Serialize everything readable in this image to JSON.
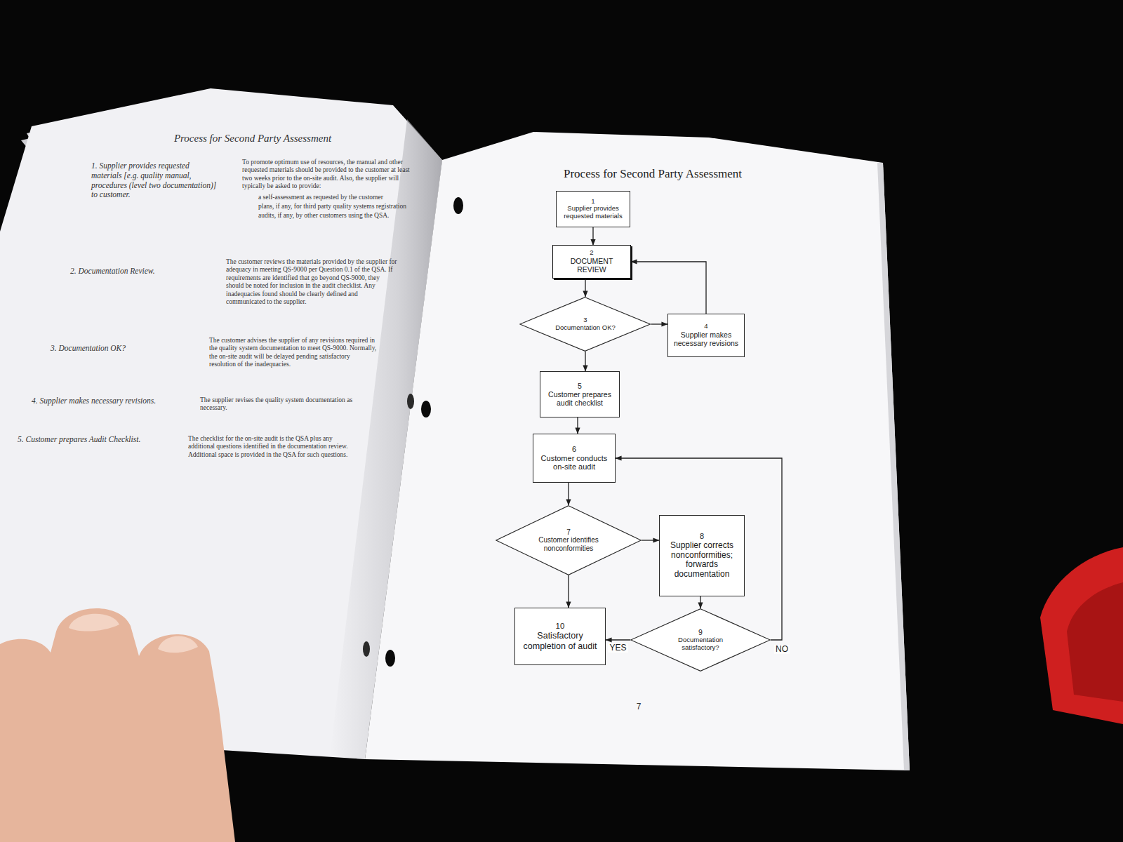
{
  "diagram": {
    "title": "Process for Second Party Assessment",
    "nodes": [
      {
        "text": [
          "1",
          "Supplier provides requested materials"
        ]
      },
      {
        "text": [
          "2",
          "DOCUMENT REVIEW"
        ]
      },
      {
        "text": [
          "3",
          "Documentation OK?"
        ]
      },
      {
        "text": [
          "4",
          "Supplier makes necessary revisions"
        ]
      },
      {
        "text": [
          "5",
          "Customer prepares audit checklist"
        ]
      },
      {
        "text": [
          "6",
          "Customer conducts on-site audit"
        ]
      },
      {
        "text": [
          "7",
          "Customer identifies nonconformities"
        ]
      },
      {
        "text": [
          "8",
          "Supplier corrects nonconformities; forwards documentation"
        ]
      },
      {
        "text": [
          "9",
          "Documentation satisfactory?"
        ]
      },
      {
        "text": [
          "10",
          "Satisfactory completion of audit"
        ]
      }
    ],
    "edges": [
      {
        "from": 0,
        "to": 1,
        "arrow": "to"
      },
      {
        "from": 1,
        "to": 2,
        "arrow": "to"
      },
      {
        "from": 2,
        "to": 3,
        "arrow": "to"
      },
      {
        "from": 3,
        "to": 1,
        "arrow": "to"
      },
      {
        "from": 2,
        "to": 4,
        "arrow": "to"
      },
      {
        "from": 4,
        "to": 5,
        "arrow": "to"
      },
      {
        "from": 5,
        "to": 6,
        "arrow": "to"
      },
      {
        "from": 6,
        "to": 7,
        "arrow": "to"
      },
      {
        "from": 6,
        "to": 9,
        "arrow": "to"
      },
      {
        "from": 7,
        "to": 8,
        "arrow": "to"
      },
      {
        "from": 8,
        "to": 9,
        "label": "YES",
        "arrow": "to"
      },
      {
        "from": 8,
        "to": 5,
        "label": "NO",
        "arrow": "to"
      }
    ],
    "labels": [
      "Process for Second Party Assessment",
      "1. Supplier provides requested materials [e.g. quality manual, procedures (level two documentation)] to customer.",
      "To promote optimum use of resources, the manual and other requested materials should be provided to the customer at least two weeks prior to the on-site audit. Also, the supplier will typically be asked to provide:",
      "a self-assessment as requested by the customer",
      "plans, if any, for third party quality systems registration",
      "audits, if any, by other customers using the QSA.",
      "2. Documentation Review.",
      "The customer reviews the materials provided by the supplier for adequacy in meeting QS-9000 per Question 0.1 of the QSA. If requirements are identified that go beyond QS-9000, they should be noted for inclusion in the audit checklist. Any inadequacies found should be clearly defined and communicated to the supplier.",
      "3. Documentation OK?",
      "The customer advises the supplier of any revisions required in the quality system documentation to meet QS-9000. Normally, the on-site audit will be delayed pending satisfactory resolution of the inadequacies.",
      "4. Supplier makes necessary revisions.",
      "The supplier revises the quality system documentation as necessary.",
      "5. Customer prepares Audit Checklist.",
      "The checklist for the on-site audit is the QSA plus any additional questions identified in the documentation review. Additional space is provided in the QSA for such questions.",
      "7"
    ]
  }
}
